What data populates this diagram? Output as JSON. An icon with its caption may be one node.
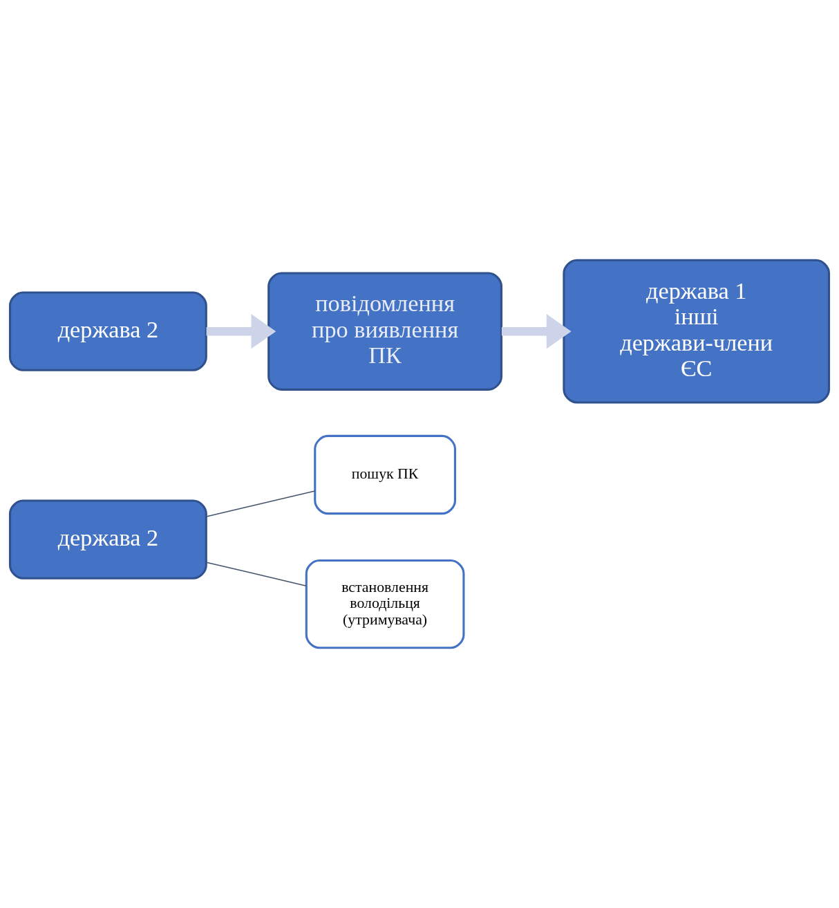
{
  "diagram": {
    "nodes": [
      {
        "text": [
          "держава 2"
        ]
      },
      {
        "text": [
          "пошук ПК"
        ]
      },
      {
        "text": [
          "встановлення володільця (утримувача)"
        ]
      },
      {
        "text": [
          "держава 2"
        ]
      },
      {
        "text": [
          "повідомлення про виявлення ПК"
        ]
      },
      {
        "text": [
          "держава 1",
          "інші держави-члени ЄС"
        ]
      }
    ],
    "edges": [
      {
        "from": 0,
        "to": 1,
        "arrow": "none"
      },
      {
        "from": 0,
        "to": 2,
        "arrow": "none"
      },
      {
        "from": 3,
        "to": 4,
        "arrow": "to",
        "style": "thick",
        "color": "#cdd3e8"
      },
      {
        "from": 4,
        "to": 5,
        "arrow": "to",
        "style": "thick",
        "color": "#cdd3e8"
      }
    ]
  }
}
